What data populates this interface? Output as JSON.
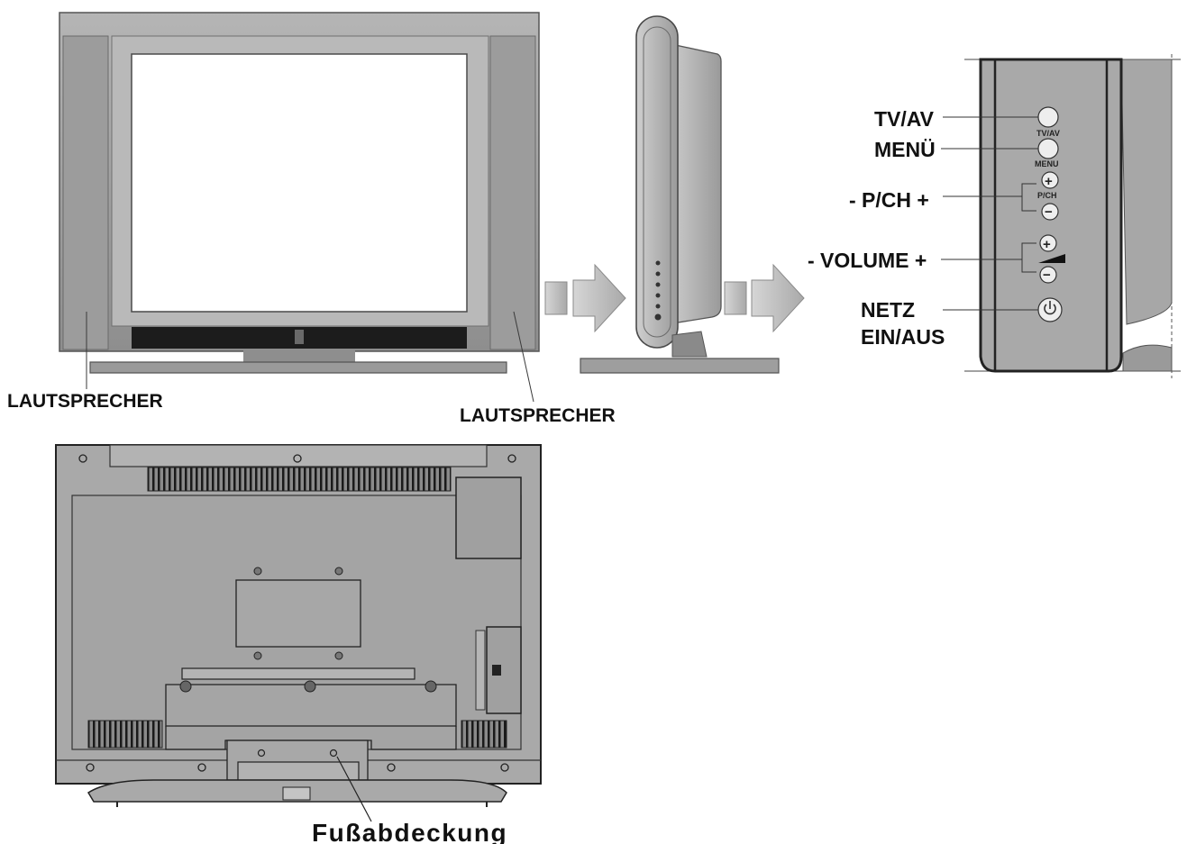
{
  "front_view": {
    "speaker_left_label": "LAUTSPRECHER",
    "speaker_right_label": "LAUTSPRECHER"
  },
  "control_panel": {
    "callouts": {
      "tv_av": "TV/AV",
      "menu": "MENÜ",
      "pch": "- P/CH +",
      "volume": "- VOLUME +",
      "power_line1": "NETZ",
      "power_line2": "EIN/AUS"
    },
    "button_markings": {
      "tv_av": "TV/AV",
      "menu": "MENU",
      "pch": "P/CH",
      "plus": "+",
      "minus": "−"
    }
  },
  "rear_view": {
    "stand_cover_label": "Fußabdeckung"
  },
  "colors": {
    "body": "#a3a3a3",
    "body_dark": "#7d7d7d",
    "screen": "#ffffff",
    "line": "#3a3a3a",
    "arrow": "#bdbdbd"
  }
}
